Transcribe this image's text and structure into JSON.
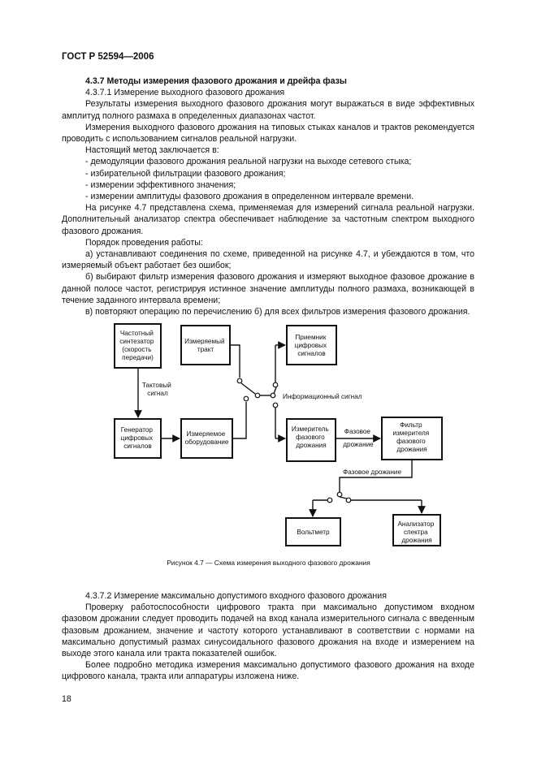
{
  "header": {
    "doc_id": "ГОСТ Р 52594—2006"
  },
  "section_1": {
    "heading": "4.3.7  Методы измерения фазового дрожания и дрейфа фазы",
    "subheading": "4.3.7.1  Измерение выходного фазового дрожания",
    "p1": "Результаты измерения выходного фазового дрожания могут выражаться в виде эффективных амплитуд полного размаха в определенных диапазонах частот.",
    "p2": "Измерения выходного фазового дрожания на типовых стыках каналов и трактов рекомендуется проводить с использованием сигналов реальной нагрузки.",
    "p3": "Настоящий метод заключается в:",
    "list": [
      "- демодуляции фазового дрожания реальной нагрузки на выходе сетевого стыка;",
      "- избирательной фильтрации фазового дрожания;",
      "- измерении эффективного значения;",
      "- измерении амплитуды фазового дрожания в определенном интервале времени."
    ],
    "p4": "На рисунке 4.7 представлена схема, применяемая для измерений сигнала реальной нагрузки. Дополнительный анализатор спектра обеспечивает наблюдение за частотным спектром выходного фазового дрожания.",
    "p5": "Порядок проведения работы:",
    "steps": [
      "а)  устанавливают соединения по схеме, приведенной на рисунке 4.7, и убеждаются в том, что измеряемый объект работает без ошибок;",
      "б)  выбирают фильтр измерения фазового дрожания и измеряют выходное фазовое дрожание в данной полосе частот, регистрируя истинное значение амплитуды полного размаха, возникающей в течение заданного интервала времени;",
      "в)  повторяют операцию по перечислению б) для всех фильтров измерения фазового дрожания."
    ]
  },
  "diagram": {
    "box_synth": [
      "Частотный",
      "синтезатор",
      "(скорость",
      "передачи)"
    ],
    "box_tract": [
      "Измеряемый",
      "тракт"
    ],
    "box_receiver": [
      "Приемник",
      "цифровых",
      "сигналов"
    ],
    "box_generator": [
      "Генератор",
      "цифровых",
      "сигналов"
    ],
    "box_equipment": [
      "Измеряемое",
      "оборудование"
    ],
    "box_jitter_meter": [
      "Измеритель",
      "фазового",
      "дрожания"
    ],
    "box_filter": [
      "Фильтр",
      "измерителя",
      "фазового",
      "дрожания"
    ],
    "box_voltmeter": [
      "Вольтметр"
    ],
    "box_analyzer": [
      "Анализатор",
      "спектра",
      "дрожания"
    ],
    "label_clock": [
      "Тактовый",
      "сигнал"
    ],
    "label_info": "Информационный сигнал",
    "label_jitter_mid": [
      "Фазовое",
      "дрожание"
    ],
    "label_jitter_bottom": "Фазовое дрожание"
  },
  "caption": "Рисунок 4.7 — Схема измерения выходного фазового дрожания",
  "section_2": {
    "subheading": "4.3.7.2  Измерение максимально допустимого входного фазового дрожания",
    "p1": "Проверку работоспособности цифрового тракта при максимально допустимом входном фазовом дрожании следует проводить подачей на вход канала измерительного сигнала с введенным фазовым дрожанием, значение и частоту которого устанавливают в соответствии с нормами на максимально допустимый размах синусоидального фазового дрожания на входе и измерением на выходе этого канала или тракта показателей ошибок.",
    "p2": "Более подробно методика измерения максимально допустимого фазового дрожания на входе цифрового канала, тракта или аппаратуры изложена ниже."
  },
  "footer": {
    "page_number": "18"
  }
}
